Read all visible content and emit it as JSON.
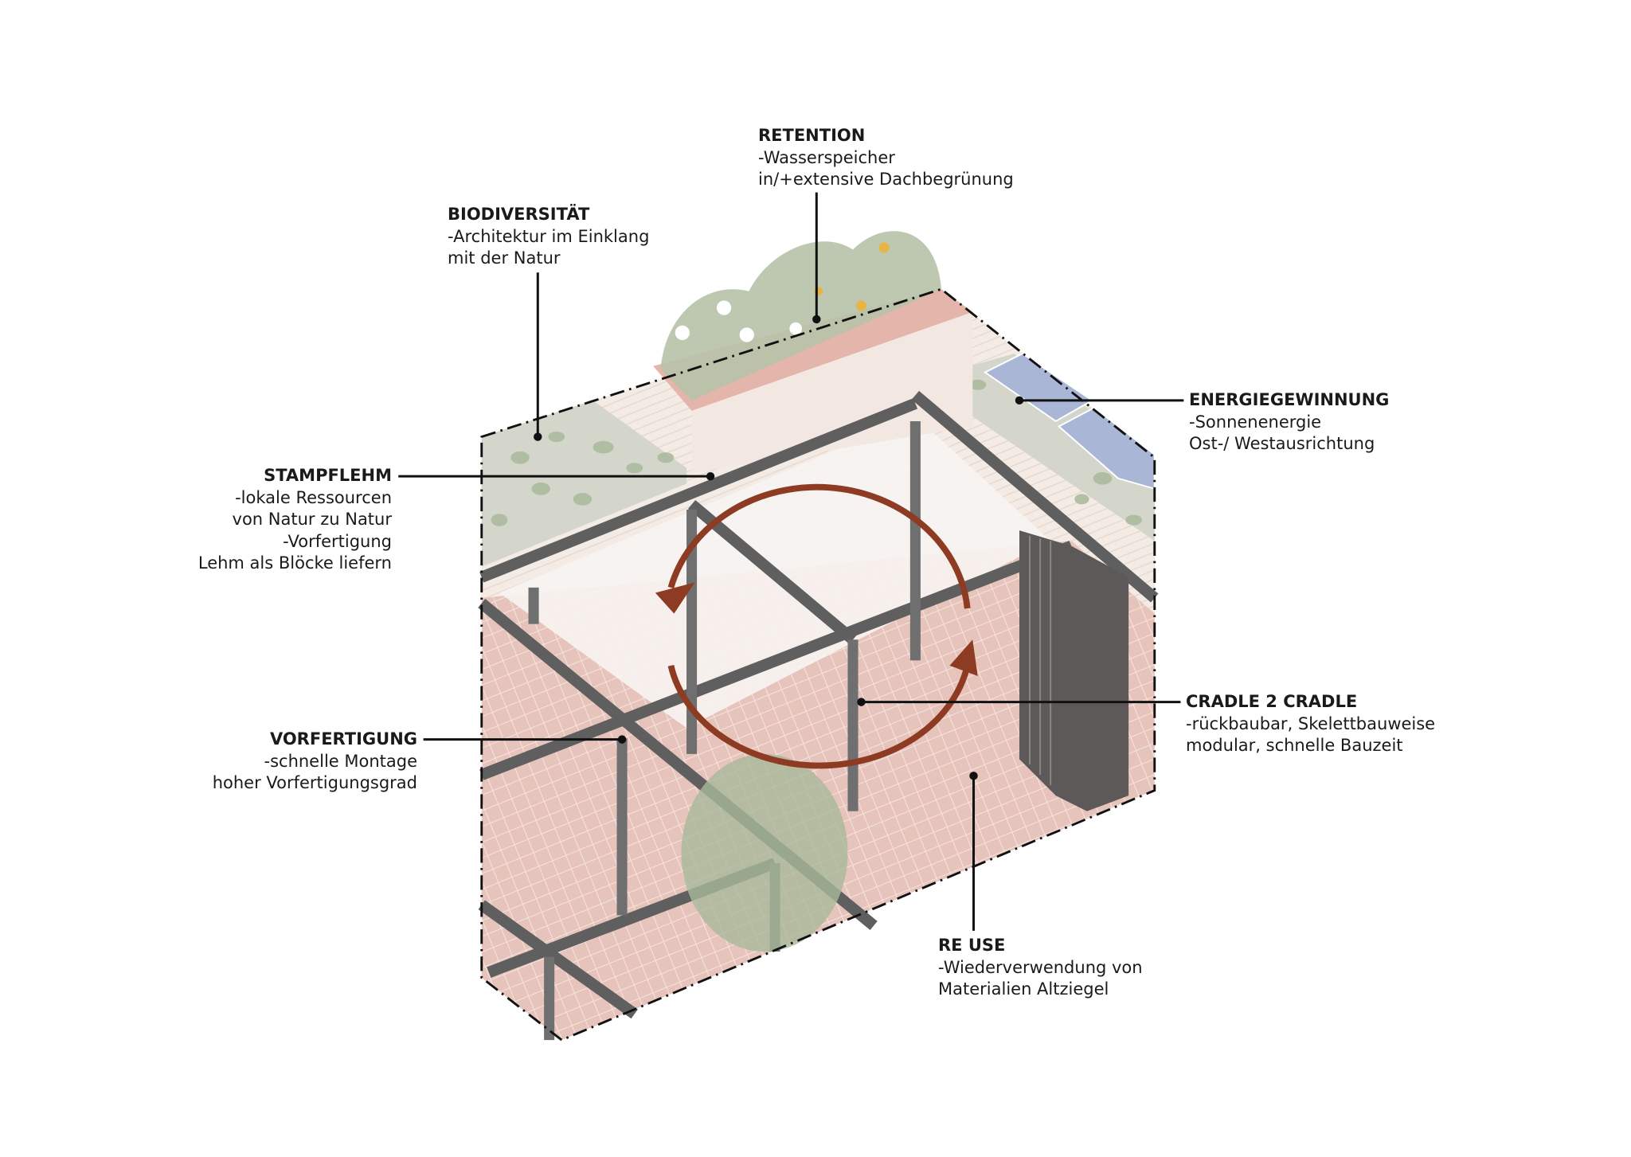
{
  "annotations": {
    "retention": {
      "title": "RETENTION",
      "lines": [
        "-Wasserspeicher",
        "in/+extensive Dachbegrünung"
      ]
    },
    "biodiversitaet": {
      "title": "BIODIVERSITÄT",
      "lines": [
        "-Architektur im Einklang",
        "mit der Natur"
      ]
    },
    "stampflehm": {
      "title": "STAMPFLEHM",
      "lines": [
        "-lokale Ressourcen",
        "von Natur zu Natur",
        "-Vorfertigung",
        "Lehm als Blöcke liefern"
      ]
    },
    "energiegewinnung": {
      "title": "ENERGIEGEWINNUNG",
      "lines": [
        "-Sonnenenergie",
        "Ost-/ Westausrichtung"
      ]
    },
    "cradle": {
      "title": "CRADLE 2 CRADLE",
      "lines": [
        "-rückbaubar, Skelettbauweise",
        "modular, schnelle Bauzeit"
      ]
    },
    "vorfertigung": {
      "title": "VORFERTIGUNG",
      "lines": [
        "-schnelle Montage",
        "hoher Vorfertigungsgrad"
      ]
    },
    "reuse": {
      "title": "RE USE",
      "lines": [
        "-Wiederverwendung von",
        "Materialien Altziegel"
      ]
    }
  },
  "colors": {
    "brick": "#e8c4bc",
    "roof": "#f3e9e2",
    "green": "#a9b99b",
    "steel": "#5f5f5f",
    "solar": "#a9b6d6",
    "arrow": "#8e3b24",
    "text": "#1a1a1a"
  }
}
